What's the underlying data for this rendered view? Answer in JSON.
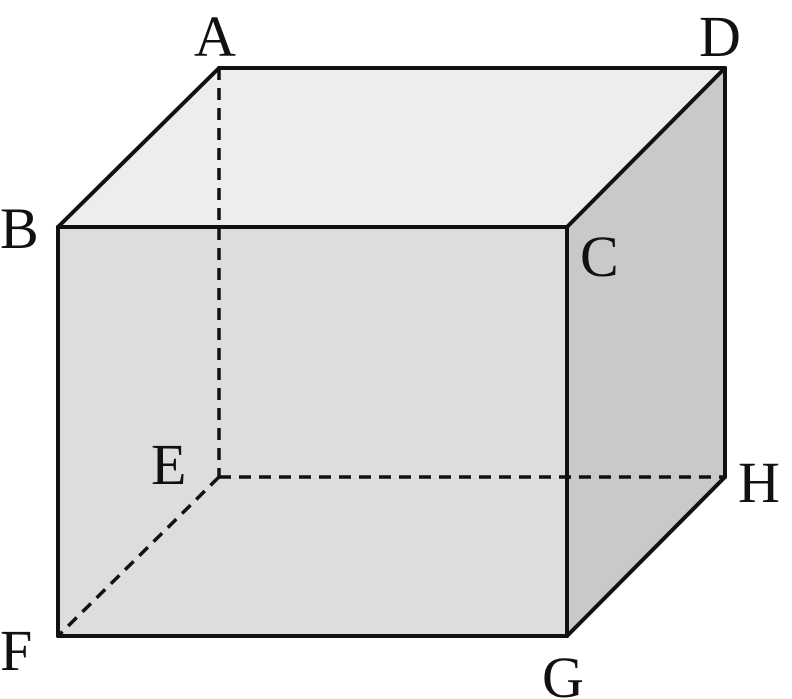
{
  "figure": {
    "type": "rectangular-prism",
    "vertices": {
      "A": "A",
      "B": "B",
      "C": "C",
      "D": "D",
      "E": "E",
      "F": "F",
      "G": "G",
      "H": "H"
    },
    "colors": {
      "top_face": "#ecedec",
      "front_face": "#dddddd",
      "right_face": "#c9c9c9",
      "edges": "#111111"
    },
    "hidden_edges": [
      "AE",
      "EF",
      "EH"
    ]
  }
}
